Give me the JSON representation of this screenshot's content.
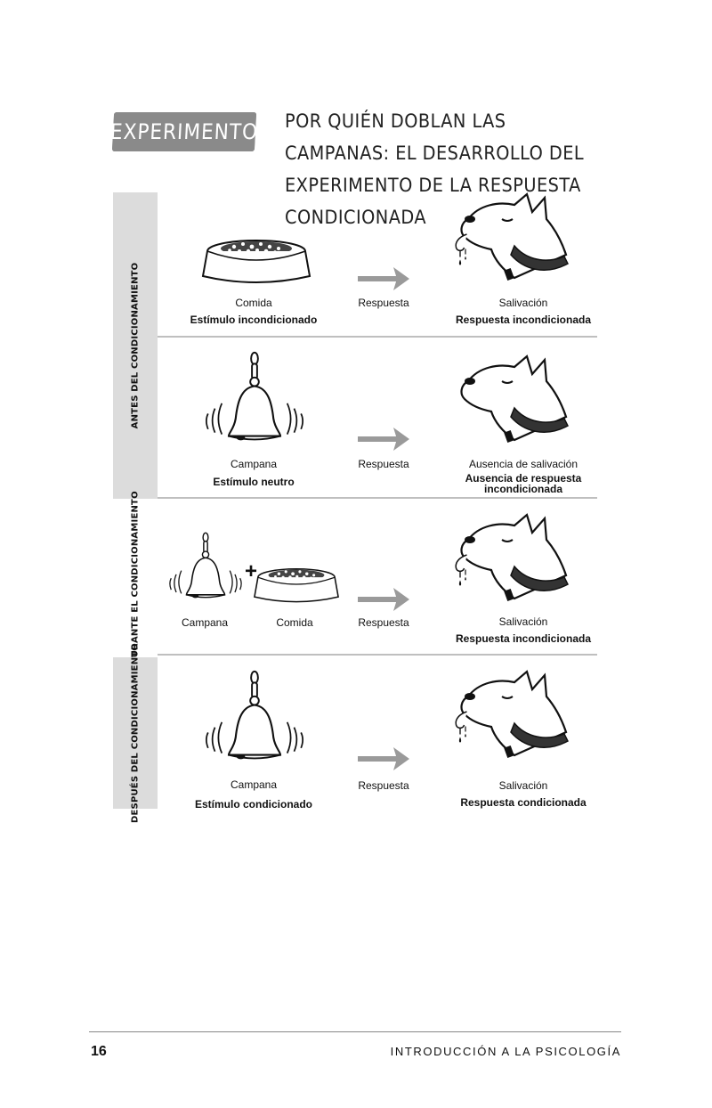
{
  "header": {
    "badge": "EXPERIMENTO",
    "title": "POR QUIÉN DOBLAN LAS CAMPANAS: EL DESARROLLO DEL EXPERIMENTO DE LA RESPUESTA CONDICIONADA"
  },
  "sections": {
    "antes": "ANTES DEL CONDICIONAMIENTO",
    "durante": "DURANTE EL CONDICIONAMIENTO",
    "despues": "DESPUÉS DEL CONDICIONAMIENTO"
  },
  "rows": [
    {
      "left_name": "Comida",
      "left_type": "Estímulo incondicionado",
      "arrow": "Respuesta",
      "right_name": "Salivación",
      "right_type": "Respuesta incondicionada"
    },
    {
      "left_name": "Campana",
      "left_type": "Estímulo neutro",
      "arrow": "Respuesta",
      "right_name": "Ausencia de salivación",
      "right_type_1": "Ausencia de respuesta",
      "right_type_2": "incondicionada"
    },
    {
      "left_name_a": "Campana",
      "plus": "+",
      "left_name_b": "Comida",
      "arrow": "Respuesta",
      "right_name": "Salivación",
      "right_type": "Respuesta incondicionada"
    },
    {
      "left_name": "Campana",
      "left_type": "Estímulo condicionado",
      "arrow": "Respuesta",
      "right_name": "Salivación",
      "right_type": "Respuesta condicionada"
    }
  ],
  "footer": {
    "page": "16",
    "book": "INTRODUCCIÓN A LA PSICOLOGÍA"
  },
  "colors": {
    "badge": "#8a8a8a",
    "sidebar": "#dcdcdc",
    "arrow": "#9a9a9a"
  }
}
